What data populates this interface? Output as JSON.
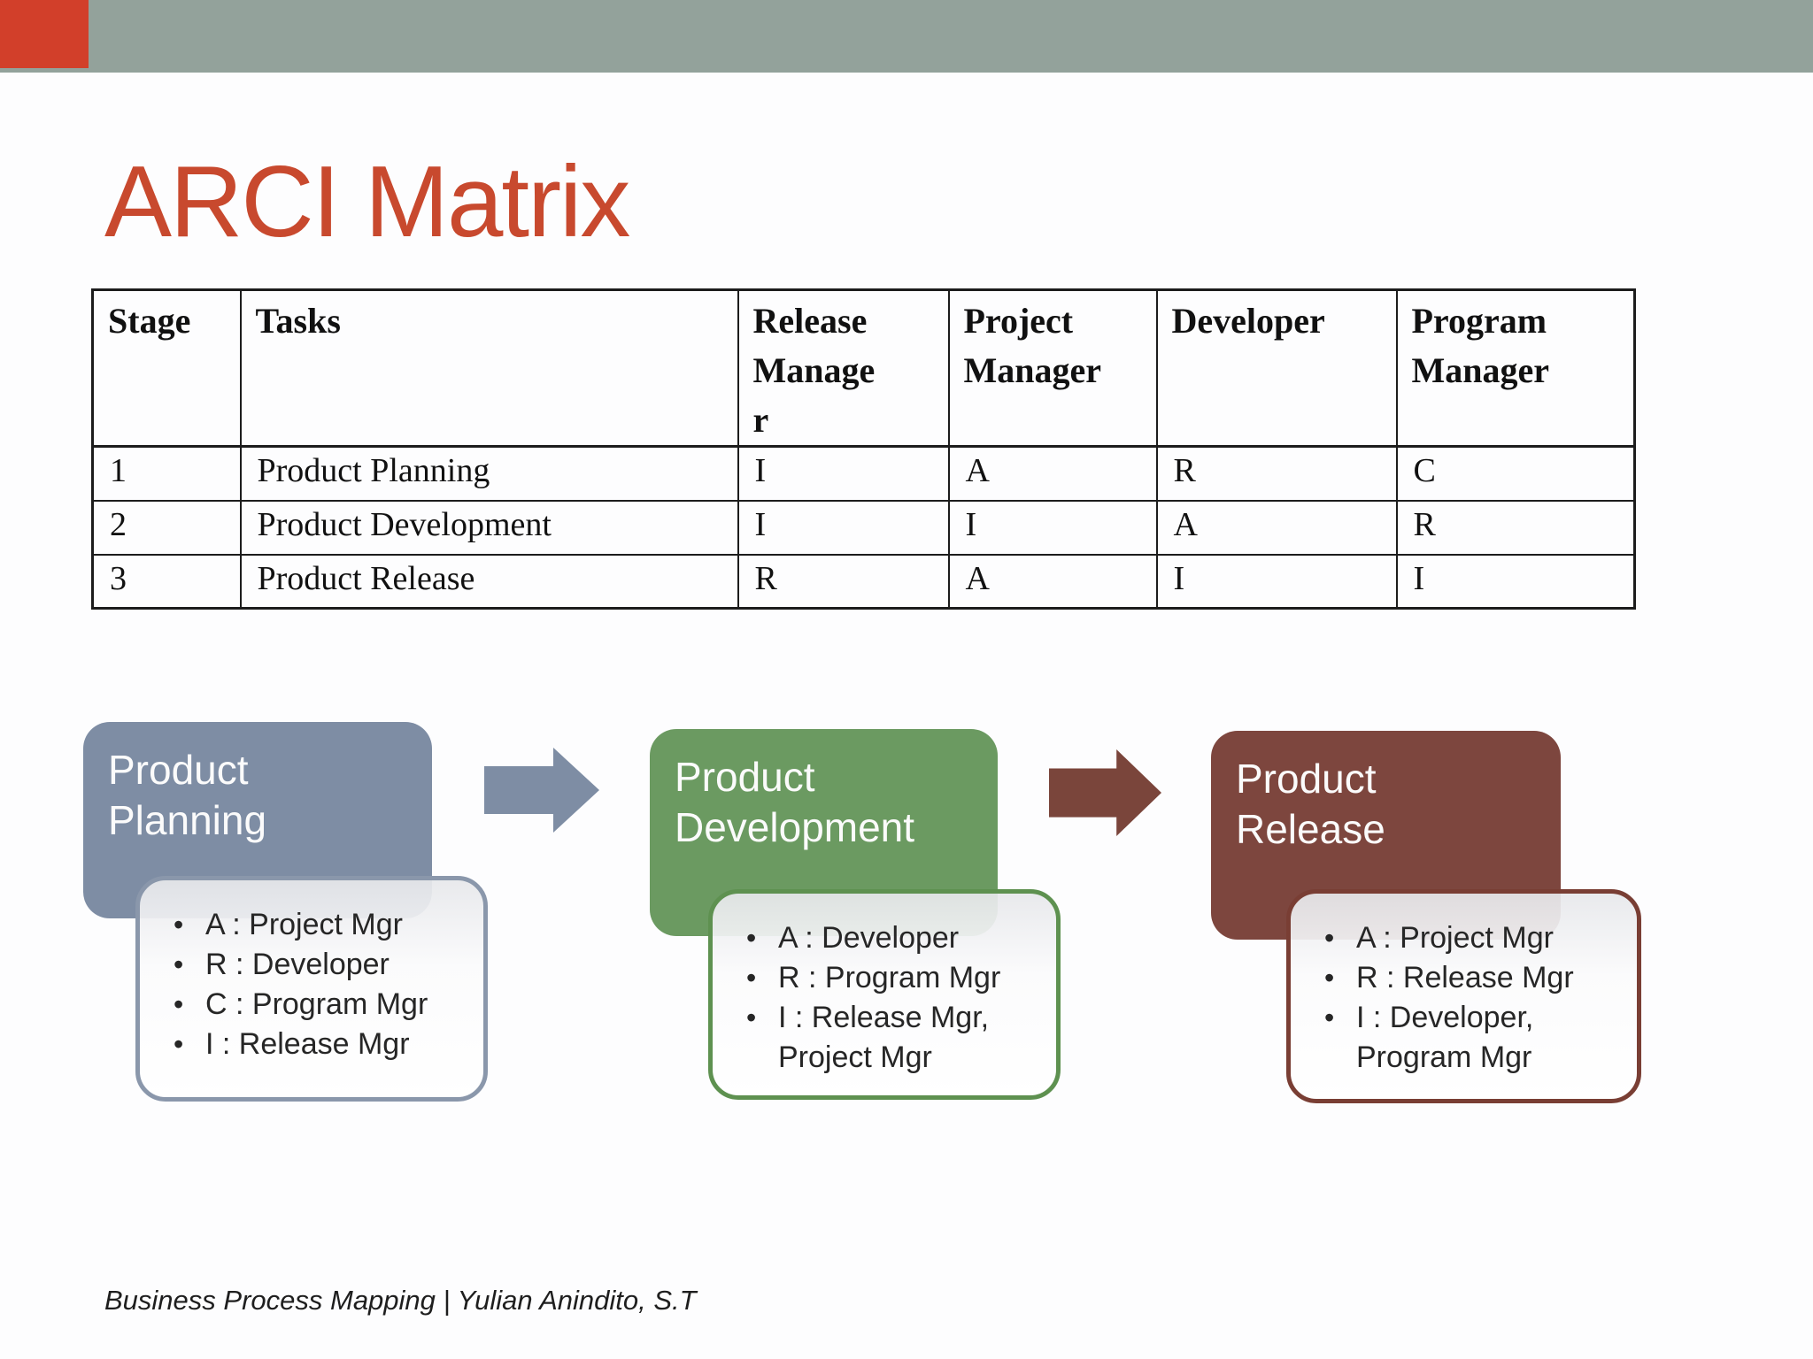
{
  "colors": {
    "top_bar": "#93A29B",
    "corner_accent": "#D23F2A",
    "title_red": "#C8492E",
    "slide_bg": "#FDFDFE",
    "table_border": "#1C1C1C",
    "note_text": "#262626",
    "footer_text": "#1E1E1E"
  },
  "header": {
    "title": "ARCI Matrix"
  },
  "table": {
    "headers": [
      "Stage",
      "Tasks",
      "Release Manager",
      "Project Manager",
      "Developer",
      "Program Manager"
    ],
    "rows": [
      [
        "1",
        "Product Planning",
        "I",
        "A",
        "R",
        "C"
      ],
      [
        "2",
        "Product Development",
        "I",
        "I",
        "A",
        "R"
      ],
      [
        "3",
        "Product Release",
        "R",
        "A",
        "I",
        "I"
      ]
    ]
  },
  "flow": {
    "steps": [
      {
        "label": "Product Planning",
        "color": "#7E8DA4",
        "border_color": "#8A97AB",
        "notes": [
          "A : Project Mgr",
          "R : Developer",
          "C : Program Mgr",
          "I : Release Mgr"
        ]
      },
      {
        "label": "Product Development",
        "color": "#6B9A61",
        "border_color": "#5E9150",
        "notes": [
          "A : Developer",
          "R : Program Mgr",
          "I : Release Mgr, Project Mgr"
        ]
      },
      {
        "label": "Product Release",
        "color": "#7D463E",
        "border_color": "#793E34",
        "notes": [
          "A : Project Mgr",
          "R : Release Mgr",
          "I : Developer, Program Mgr"
        ]
      }
    ],
    "arrows": [
      {
        "color": "#7E8DA4"
      },
      {
        "color": "#7A453B"
      }
    ]
  },
  "footer": {
    "text": "Business Process Mapping | Yulian Anindito, S.T"
  }
}
